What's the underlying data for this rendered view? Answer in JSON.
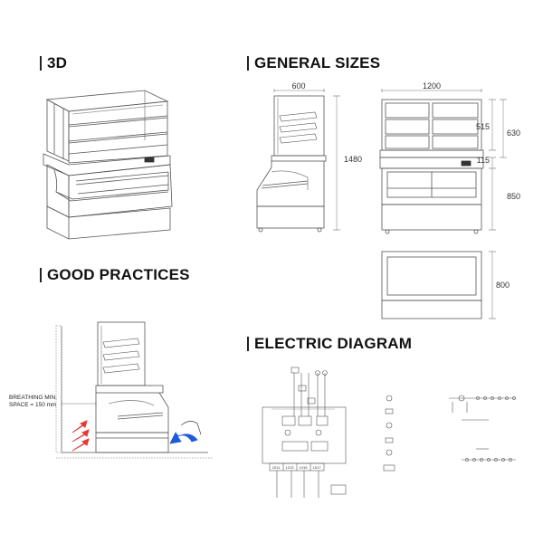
{
  "sections": {
    "view_3d": "3D",
    "general_sizes": "GENERAL SIZES",
    "good_practices": "GOOD PRACTICES",
    "electric_diagram": "ELECTRIC DIAGRAM"
  },
  "dimensions": {
    "side_width": "600",
    "side_height": "1480",
    "front_width": "1200",
    "upper_height": "515",
    "upper_total": "630",
    "middle_height": "115",
    "lower_height": "850",
    "top_depth": "800"
  },
  "good_practices": {
    "breathing_line1": "BREATHING MIN.",
    "breathing_line2": "SPACE = 150 mm"
  },
  "colors": {
    "line": "#555555",
    "arrow_red": "#e53935",
    "arrow_blue": "#1e5bd8"
  },
  "electric": {
    "terminals": [
      "1011",
      "1213",
      "1415",
      "1617"
    ]
  }
}
